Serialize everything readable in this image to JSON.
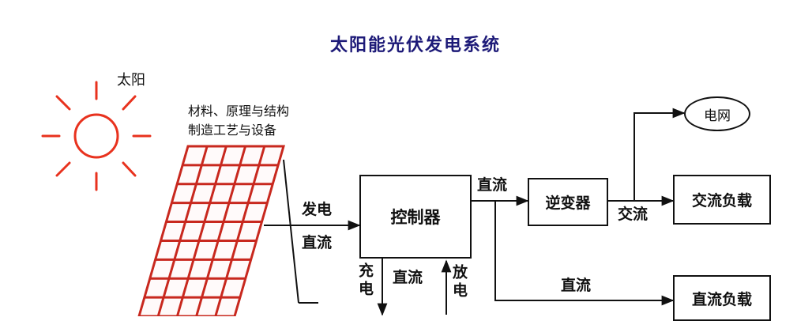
{
  "title": "太阳能光伏发电系统",
  "sun": {
    "label": "太阳",
    "color": "#e8321e"
  },
  "panel": {
    "caption_line1": "材料、原理与结构",
    "caption_line2": "制造工艺与设备",
    "color": "#c8281e"
  },
  "flows": {
    "panel_to_controller_top": "发电",
    "panel_to_controller_bottom": "直流",
    "controller_out": "直流",
    "inverter_out": "交流",
    "dc_branch": "直流",
    "charge": "充电",
    "battery_link": "直流",
    "discharge": "放电"
  },
  "nodes": {
    "controller": "控制器",
    "inverter": "逆变器",
    "grid": "电网",
    "ac_load": "交流负载",
    "dc_load": "直流负载"
  }
}
